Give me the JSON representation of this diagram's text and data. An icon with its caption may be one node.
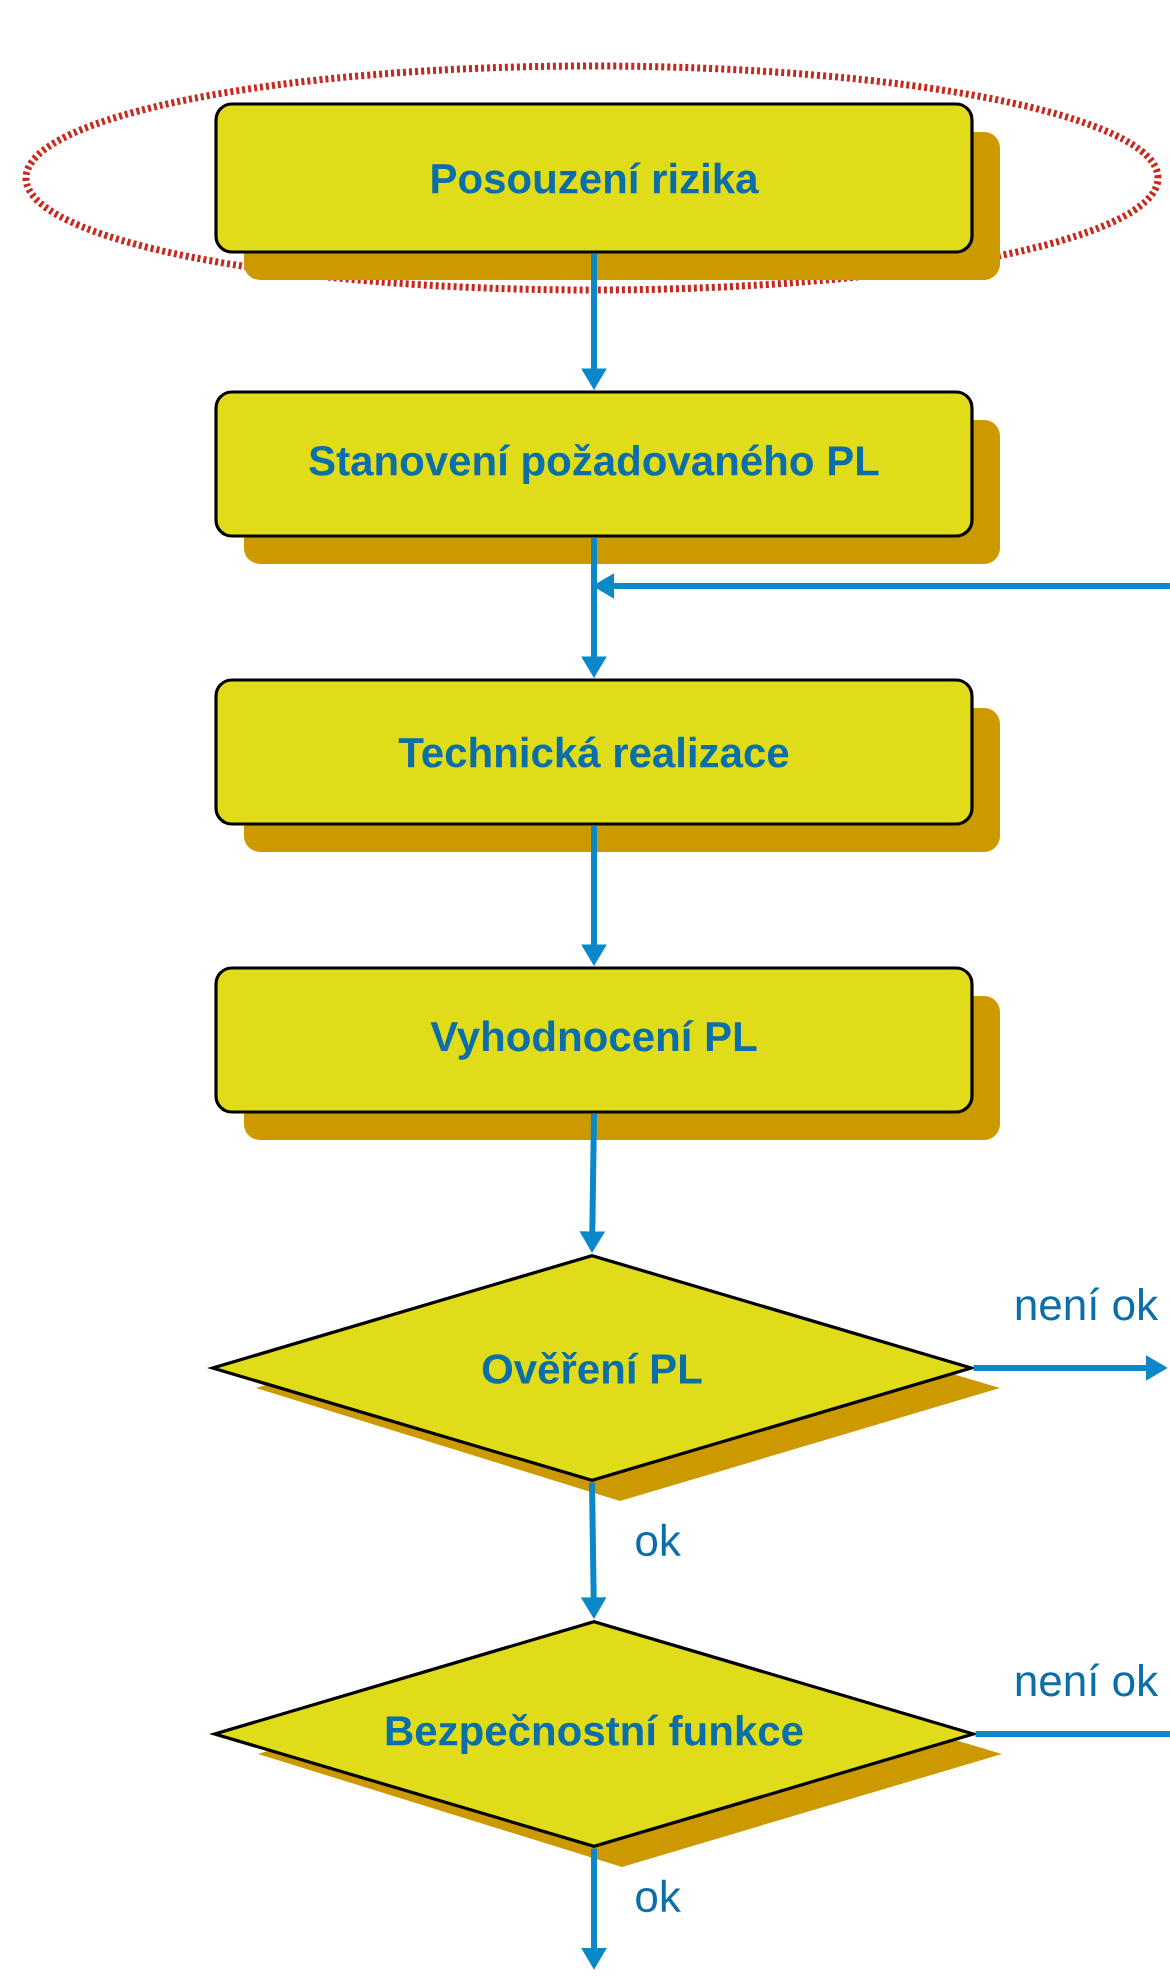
{
  "diagram": {
    "nodes": [
      {
        "text": [
          "Posouzení rizika"
        ]
      },
      {
        "text": [
          "Stanovení požadovaného PL"
        ]
      },
      {
        "text": [
          "Technická realizace"
        ]
      },
      {
        "text": [
          "Vyhodnocení PL"
        ]
      },
      {
        "text": [
          "Ověření PL"
        ]
      },
      {
        "text": [
          "Bezpečnostní funkce"
        ]
      }
    ],
    "edges": [
      {
        "from": 0,
        "to": 1,
        "arrow": "to"
      },
      {
        "from": 1,
        "to": 2,
        "arrow": "to"
      },
      {
        "from": null,
        "to": 2,
        "arrow": "to"
      },
      {
        "from": 2,
        "to": 3,
        "arrow": "to"
      },
      {
        "from": 3,
        "to": 4,
        "arrow": "to"
      },
      {
        "from": 4,
        "to": null,
        "arrow": "to",
        "label": "není ok"
      },
      {
        "from": 4,
        "to": 5,
        "arrow": "to",
        "label": "ok"
      },
      {
        "from": 5,
        "to": null,
        "arrow": "none",
        "label": "není ok"
      },
      {
        "from": 5,
        "to": null,
        "arrow": "to",
        "label": "ok"
      }
    ]
  }
}
